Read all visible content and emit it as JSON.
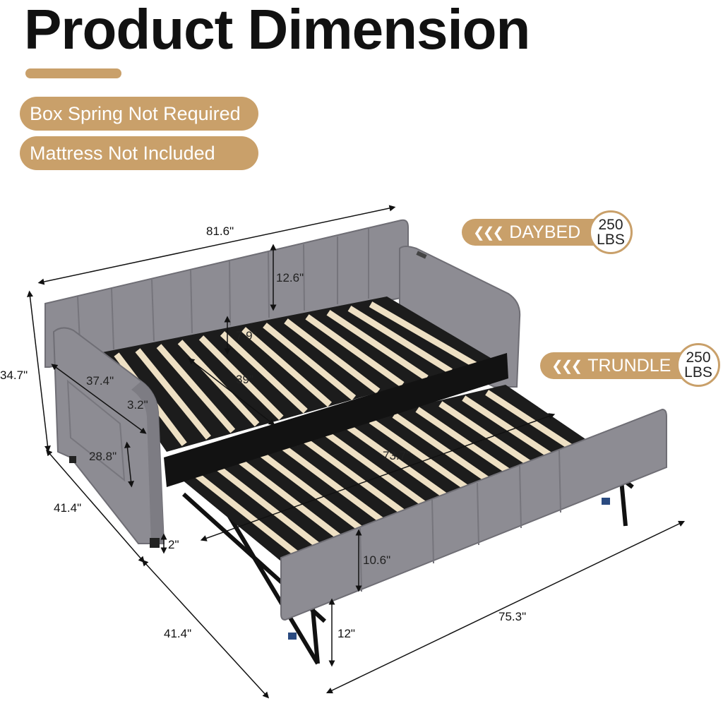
{
  "title": "Product Dimension",
  "colors": {
    "accent": "#c9a06a",
    "frame": "#1c1c1c",
    "upholstery": "#8d8c93",
    "upholstery_dark": "#6f6e75",
    "slat": "#eee0c4"
  },
  "badges": {
    "box_spring": "Box Spring Not Required",
    "mattress": "Mattress Not Included"
  },
  "capacity": {
    "daybed": {
      "label": "DAYBED",
      "value": "250",
      "unit": "LBS",
      "icon": "chevron-left-icon"
    },
    "trundle": {
      "label": "TRUNDLE",
      "value": "250",
      "unit": "LBS",
      "icon": "chevron-left-icon"
    }
  },
  "dimensions": {
    "overall_length": "81.6\"",
    "back_height": "12.6\"",
    "slat_depth": "7.9\"",
    "overall_height": "34.7\"",
    "arm_length": "37.4\"",
    "arm_width": "3.2\"",
    "inner_width": "39\"",
    "arm_height": "28.8\"",
    "trundle_inner_length": "73.7\"",
    "depth_daybed": "41.4\"",
    "leg_height": "2\"",
    "trundle_panel_height": "10.6\"",
    "trundle_length": "75.3\"",
    "trundle_height": "12\"",
    "depth_trundle": "41.4\""
  }
}
